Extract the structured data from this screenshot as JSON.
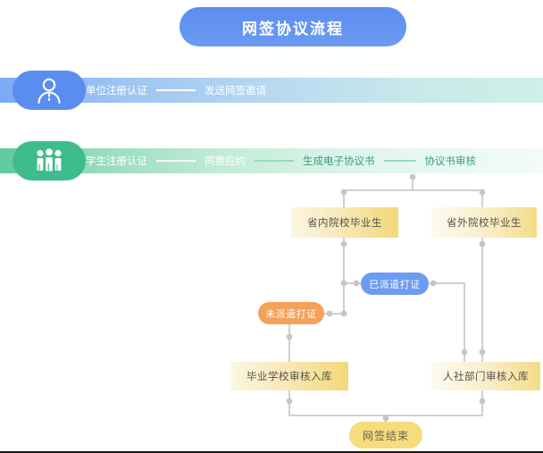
{
  "title": {
    "label": "网签协议流程"
  },
  "lanes": [
    {
      "id": "employer",
      "icon": "single-person-icon",
      "color": "#5b8def",
      "steps": [
        "单位注册认证",
        "发送网签邀请"
      ]
    },
    {
      "id": "student",
      "icon": "three-people-icon",
      "color": "#3dbd8e",
      "steps": [
        "学生注册认证",
        "同意应约",
        "生成电子协议书",
        "协议书审核"
      ]
    }
  ],
  "nodes": {
    "in_province": "省内院校毕业生",
    "out_province": "省外院校毕业生",
    "dispatched": "已派遣打证",
    "undispatched": "未派遣打证",
    "school_review": "毕业学校审核入库",
    "hr_review": "人社部门审核入库",
    "end": "网签结束"
  },
  "colors": {
    "title_blue": "#5b8def",
    "lane_blue": "#5b8def",
    "lane_green": "#3dbd8e",
    "node_gold": "#f2d977",
    "pill_blue": "#6b9bf2",
    "pill_orange": "#f4a259",
    "end_yellow": "#f5dc7c",
    "connector_gray": "#cfcfcf"
  }
}
